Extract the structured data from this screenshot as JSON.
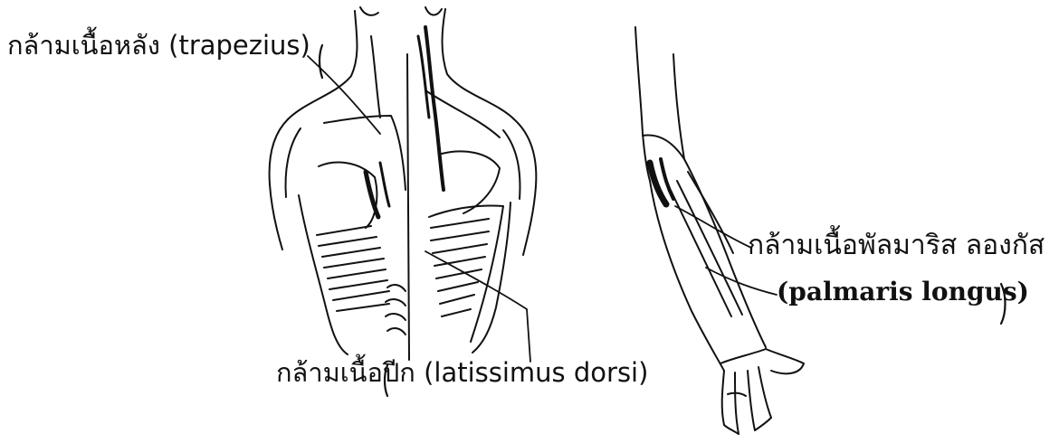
{
  "labels": {
    "trapezius": "กล้ามเนื้อหลัง (trapezius)",
    "latissimus": "กล้ามเนื้อปีก (latissimus dorsi)",
    "palmaris_thai": "กล้ามเนื้อพัลมาริส ลองกัส",
    "palmaris_latin": "(palmaris longus)"
  },
  "colors": {
    "ink": "#111111",
    "background": "#ffffff"
  }
}
